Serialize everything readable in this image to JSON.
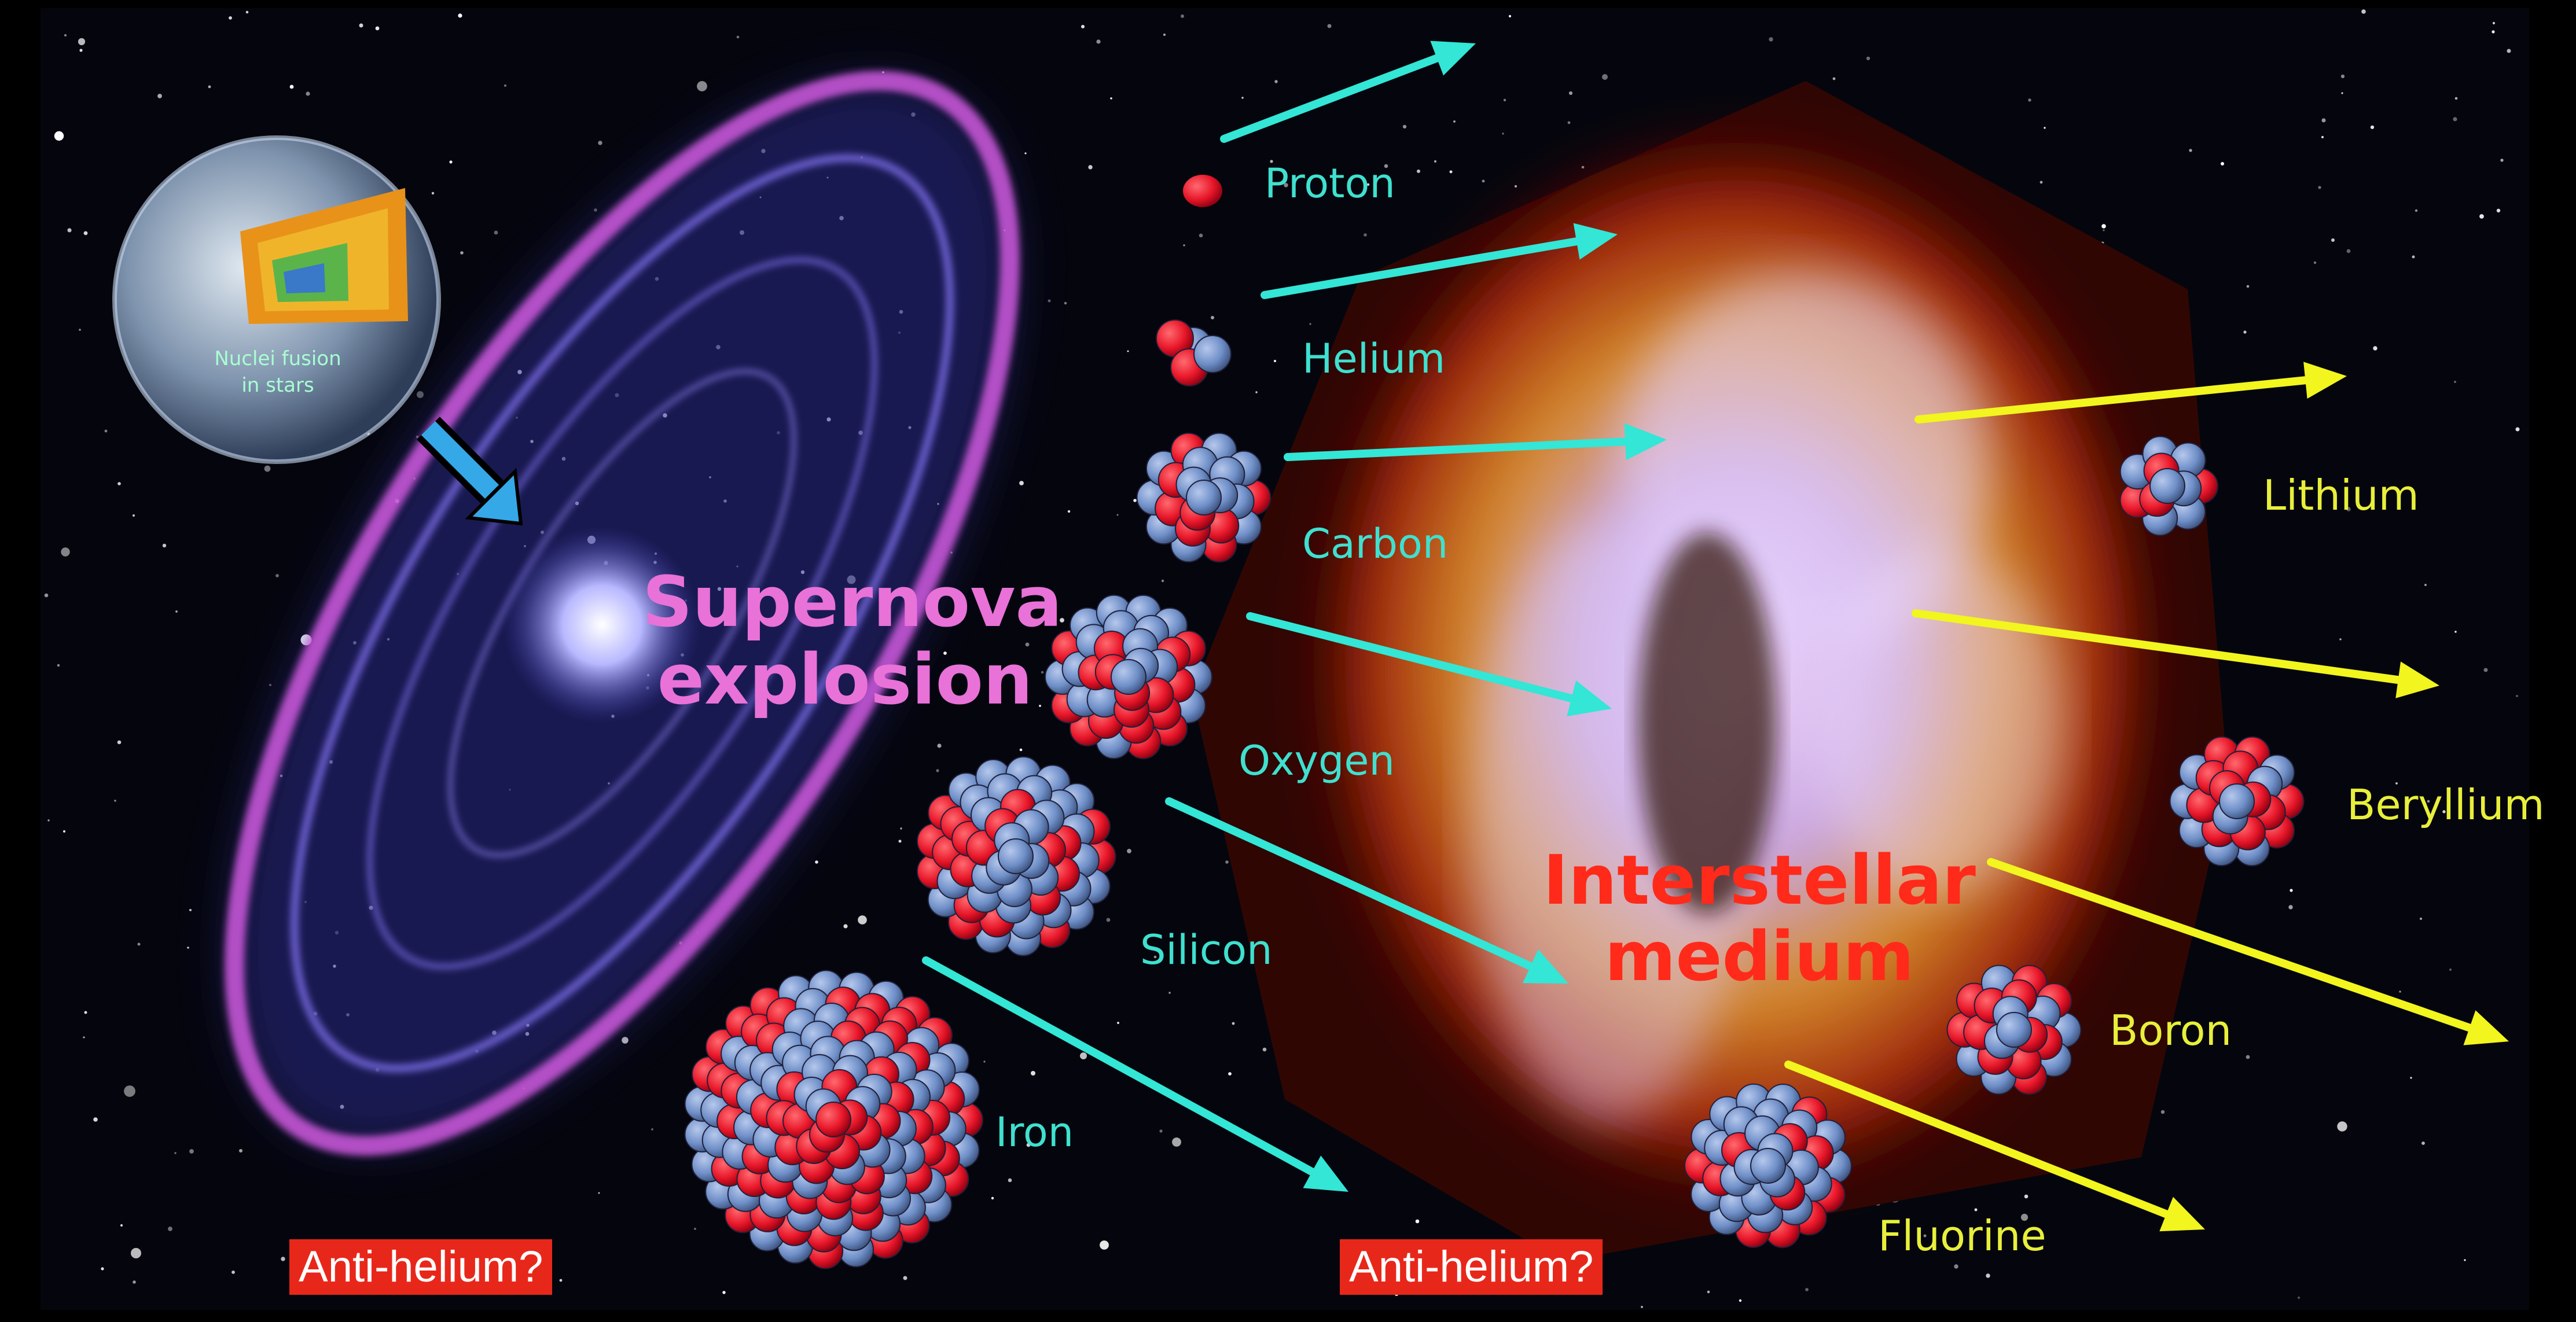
{
  "earth_caption": [
    "Nuclei fusion",
    "in stars"
  ],
  "supernova": [
    "Supernova",
    "explosion"
  ],
  "interstellar": [
    "Interstellar",
    "medium"
  ],
  "elements_primary": [
    "Proton",
    "Helium",
    "Carbon",
    "Oxygen",
    "Silicon",
    "Iron"
  ],
  "elements_secondary": [
    "Lithium",
    "Beryllium",
    "Boron",
    "Fluorine"
  ],
  "badges": [
    "Anti-helium?",
    "Anti-helium?"
  ],
  "colors": {
    "proton": "#e8172a",
    "neutron": "#6f8fc8",
    "primary_arrow": "#33e6d6",
    "secondary_arrow": "#f2f51e",
    "badge": "#e8271b",
    "supernova_ring": "#e062e0",
    "nebula": "#b8300e"
  }
}
